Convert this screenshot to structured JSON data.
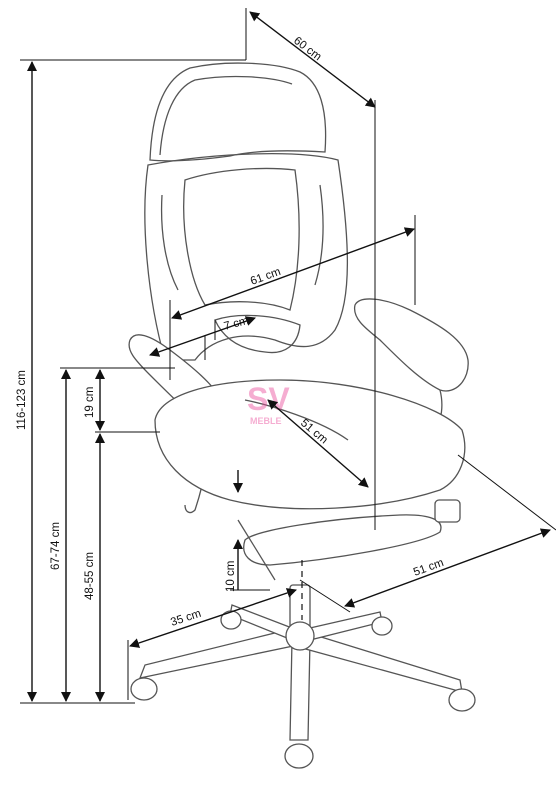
{
  "dimensions": {
    "depth_top": "60 cm",
    "total_height": "116-123 cm",
    "width_arms": "61 cm",
    "armrest_width": "7 cm",
    "armrest_height": "19 cm",
    "armrest_floor": "67-74 cm",
    "seat_height": "48-55 cm",
    "seat_depth": "51 cm",
    "footrest_clearance": "10 cm",
    "base_radius": "35 cm",
    "base_depth": "51 cm"
  },
  "watermark": {
    "text": "SV",
    "subtext": "MEBLE"
  },
  "colors": {
    "lines": "#111111",
    "chair": "#555555",
    "watermark": "#e94b9a"
  }
}
